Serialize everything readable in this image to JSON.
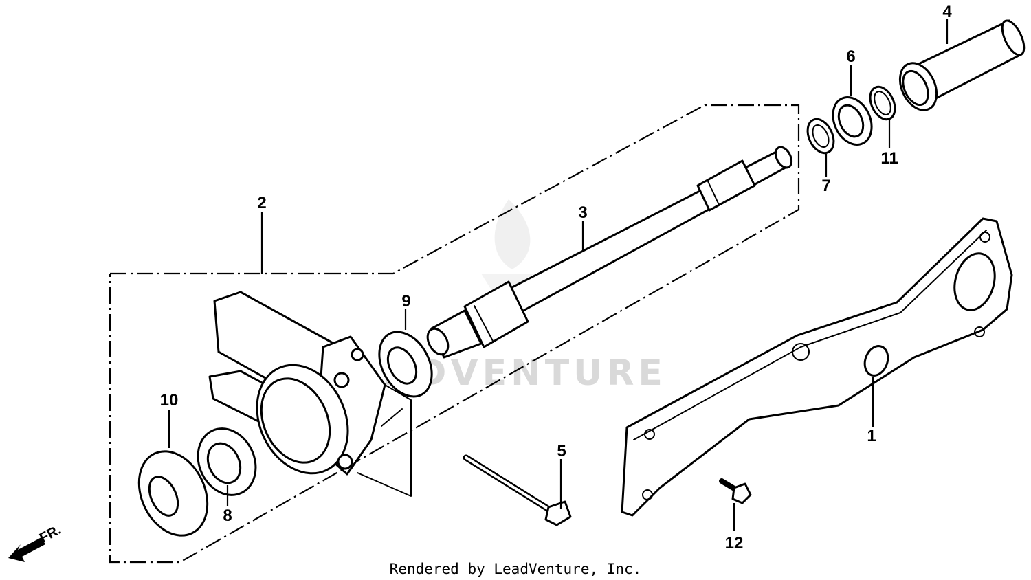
{
  "callouts": [
    {
      "id": "1",
      "label": "1"
    },
    {
      "id": "2",
      "label": "2"
    },
    {
      "id": "3",
      "label": "3"
    },
    {
      "id": "4",
      "label": "4"
    },
    {
      "id": "5",
      "label": "5"
    },
    {
      "id": "6",
      "label": "6"
    },
    {
      "id": "7",
      "label": "7"
    },
    {
      "id": "8",
      "label": "8"
    },
    {
      "id": "9",
      "label": "9"
    },
    {
      "id": "10",
      "label": "10"
    },
    {
      "id": "11",
      "label": "11"
    },
    {
      "id": "12",
      "label": "12"
    }
  ],
  "direction_indicator": "FR.",
  "watermark": "ADVENTURE",
  "credit": "Rendered by LeadVenture, Inc.",
  "icons": {
    "direction": "arrow-down-left-icon",
    "watermark_logo": "flame-logo-icon"
  }
}
